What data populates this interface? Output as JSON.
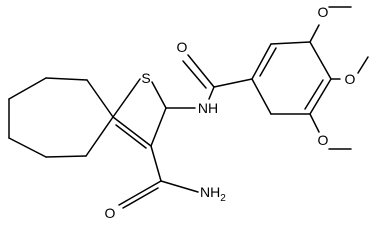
{
  "molecule": {
    "atom_labels": {
      "s1": "S",
      "o_amide_top": "O",
      "nh": "NH",
      "o_me1": "O",
      "o_me2": "O",
      "o_me3": "O",
      "nh2": "NH",
      "nh2_sub": "2",
      "o_amide_bottom": "O"
    },
    "bond_color": "#000000",
    "label_color": "#000000",
    "background": "#ffffff"
  }
}
